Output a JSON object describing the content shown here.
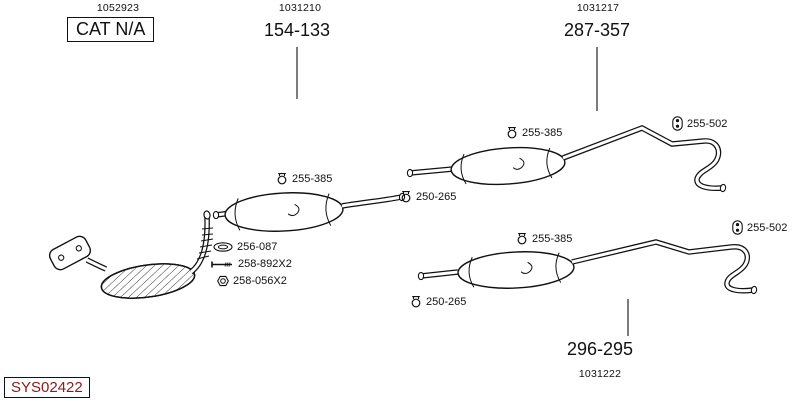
{
  "diagram": {
    "background": "#ffffff",
    "line_color": "#111111",
    "system_code": "SYS02422",
    "system_code_color": "#8b1a1a"
  },
  "assemblies": {
    "catalytic_converter": {
      "ref": "1052923",
      "part_number": "CAT N/A"
    },
    "center_muffler": {
      "ref": "1031210",
      "part_number": "154-133"
    },
    "rear_muffler_top": {
      "ref": "1031217",
      "part_number": "287-357"
    },
    "rear_muffler_bottom": {
      "ref": "1031222",
      "part_number": "296-295"
    }
  },
  "fittings": {
    "center_clamp": {
      "part_number": "255-385",
      "icon": "clamp-icon"
    },
    "center_gasket": {
      "part_number": "256-087",
      "icon": "gasket-icon"
    },
    "center_bolt": {
      "part_number": "258-892X2",
      "icon": "bolt-icon"
    },
    "center_nut": {
      "part_number": "258-056X2",
      "icon": "nut-icon"
    },
    "top_pipe_clamp": {
      "part_number": "250-265",
      "icon": "clamp-icon"
    },
    "top_clamp": {
      "part_number": "255-385",
      "icon": "clamp-icon"
    },
    "top_hanger": {
      "part_number": "255-502",
      "icon": "rubber-hanger-icon"
    },
    "bottom_clamp": {
      "part_number": "255-385",
      "icon": "clamp-icon"
    },
    "bottom_hanger": {
      "part_number": "255-502",
      "icon": "rubber-hanger-icon"
    },
    "bottom_pipe_clamp": {
      "part_number": "250-265",
      "icon": "clamp-icon"
    }
  }
}
